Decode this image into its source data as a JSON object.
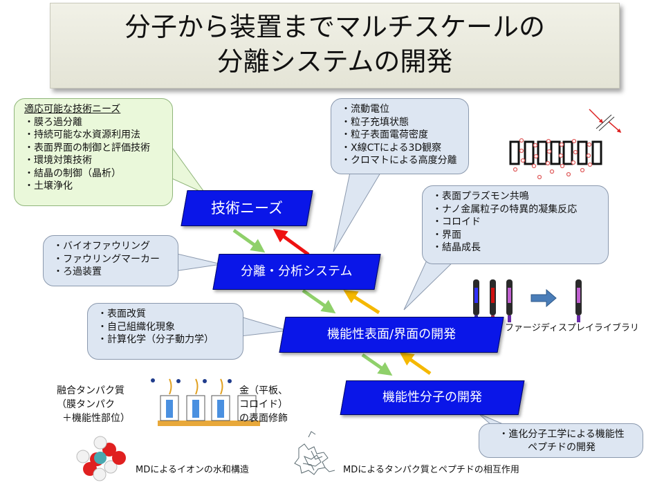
{
  "title": {
    "line1": "分子から装置までマルチスケールの",
    "line2": "分離システムの開発"
  },
  "callouts": {
    "needs": {
      "heading": "適応可能な技術ニーズ",
      "items": [
        "・膜ろ過分離",
        "・持続可能な水資源利用法",
        "・表面界面の制御と評価技術",
        "・環境対策技術",
        "・結晶の制御（晶析）",
        "・土壌浄化"
      ]
    },
    "analysis": {
      "items": [
        "・流動電位",
        "・粒子充填状態",
        "・粒子表面電荷密度",
        "・X線CTによる3D観察",
        "・クロマトによる高度分離"
      ]
    },
    "plasmon": {
      "items": [
        "・表面プラズモン共鳴",
        "・ナノ金属粒子の特異的凝集反応",
        "・コロイド",
        "・界面",
        "・結晶成長"
      ]
    },
    "biofouling": {
      "items": [
        "・バイオファウリング",
        "・ファウリングマーカー",
        "・ろ過装置"
      ]
    },
    "surface": {
      "items": [
        "・表面改質",
        "・自己組織化現象",
        "・計算化学（分子動力学）"
      ]
    },
    "evolution": {
      "items": [
        "・進化分子工学による機能性",
        "ペプチドの開発"
      ]
    }
  },
  "nodes": {
    "needs": "技術ニーズ",
    "separation": "分離・分析システム",
    "interface": "機能性表面/界面の開発",
    "molecule": "機能性分子の開発"
  },
  "labels": {
    "phage": "ファージディスプレイライブラリ",
    "fusion": [
      "融合タンパク質",
      "（膜タンパク",
      "＋機能性部位）"
    ],
    "gold": [
      "金（平板、",
      "コロイド）",
      "の表面修飾"
    ],
    "md_ion": "MDによるイオンの水和構造",
    "md_protein": "MDによるタンパク質とペプチドの相互作用"
  },
  "colors": {
    "node_blue": "#0a16e8",
    "arrow_green": "#8fd06a",
    "arrow_red": "#ee1111",
    "arrow_orange": "#f5b800",
    "callout_green": "#eaf8da",
    "callout_blue": "#dde6f2"
  },
  "icons": [
    "water-molecule-icon",
    "protein-peptide-icon",
    "membrane-columns-icon",
    "phage-library-icon",
    "membrane-filter-icon",
    "right-arrow-icon"
  ]
}
